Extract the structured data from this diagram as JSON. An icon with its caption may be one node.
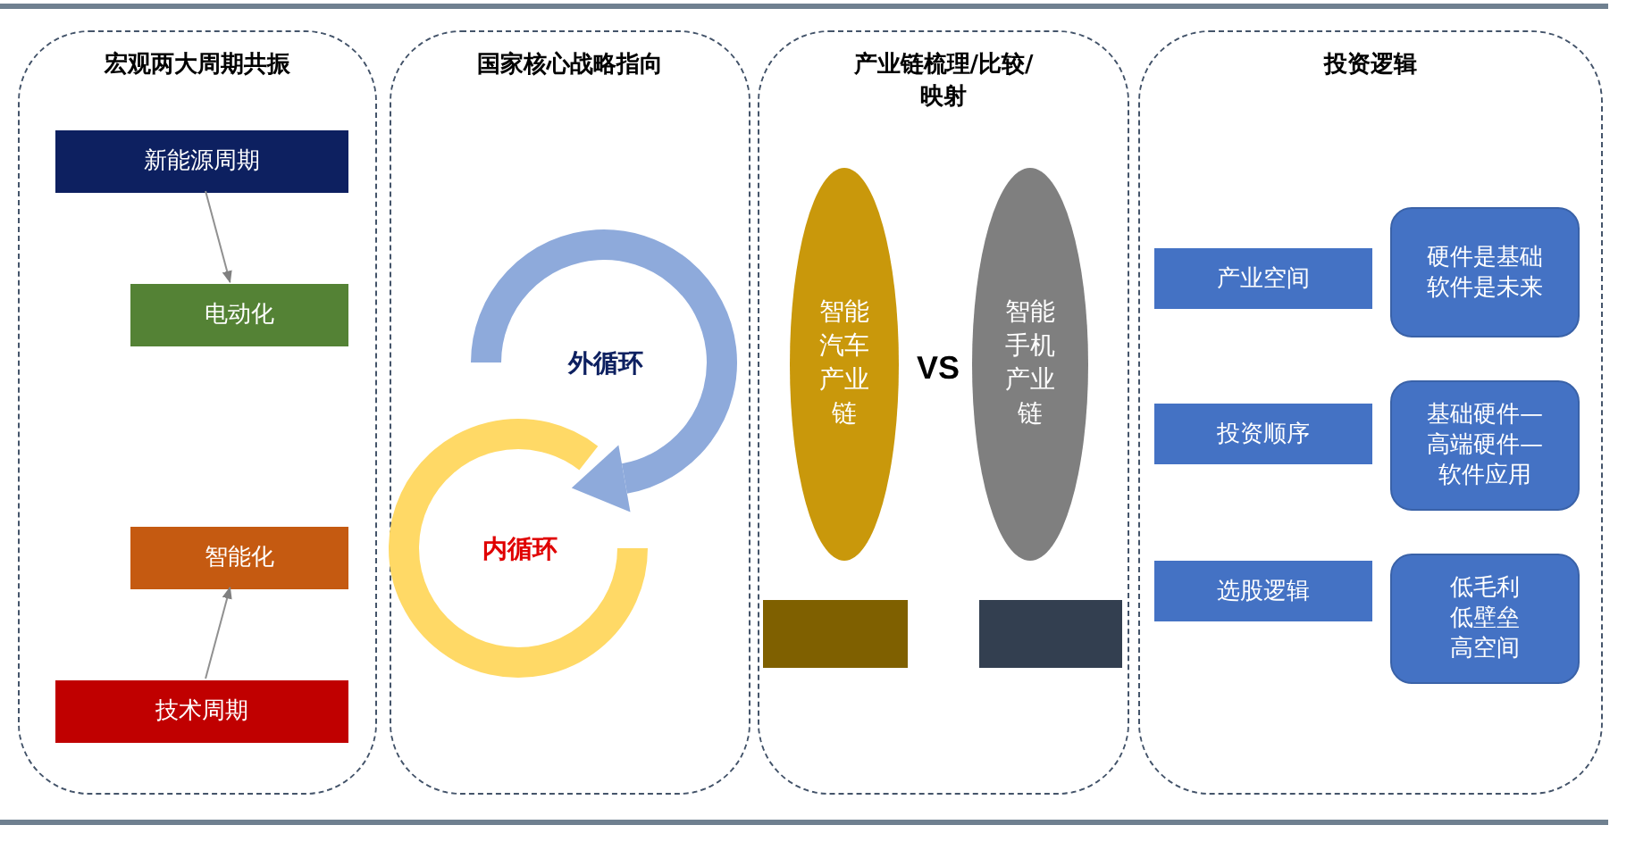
{
  "diagram": {
    "nodes": [
      {
        "text": [
          "宏观两大周期共振"
        ]
      },
      {
        "text": [
          "新能源周期"
        ],
        "in": 0
      },
      {
        "text": [
          "电动化"
        ],
        "in": 0
      },
      {
        "text": [
          "智能化"
        ],
        "in": 0
      },
      {
        "text": [
          "技术周期"
        ],
        "in": 0
      },
      {
        "text": [
          "国家核心战略指向"
        ]
      },
      {
        "text": [
          "外循环"
        ],
        "in": 5
      },
      {
        "text": [
          "内循环"
        ],
        "in": 5
      },
      {
        "text": [
          "产业链梳理/比较/映射"
        ]
      },
      {
        "text": [
          "智能汽车产业链"
        ],
        "in": 8
      },
      {
        "text": [
          "智能手机产业链"
        ],
        "in": 8
      },
      {
        "text": [],
        "shape": "box",
        "in": 8
      },
      {
        "text": [],
        "shape": "box",
        "in": 8
      },
      {
        "text": [
          "投资逻辑"
        ]
      },
      {
        "text": [
          "产业空间"
        ],
        "in": 13
      },
      {
        "text": [
          "硬件是基础软件是未来"
        ],
        "in": 13
      },
      {
        "text": [
          "投资顺序"
        ],
        "in": 13
      },
      {
        "text": [
          "基础硬件—高端硬件—软件应用"
        ],
        "in": 13
      },
      {
        "text": [
          "选股逻辑"
        ],
        "in": 13
      },
      {
        "text": [
          "低毛利低壁垒高空间"
        ],
        "in": 13
      }
    ],
    "edges": [
      {
        "from": 1,
        "to": 2,
        "arrow": "to"
      },
      {
        "from": 4,
        "to": 3,
        "arrow": "to"
      }
    ],
    "labels": [
      "VS"
    ]
  }
}
